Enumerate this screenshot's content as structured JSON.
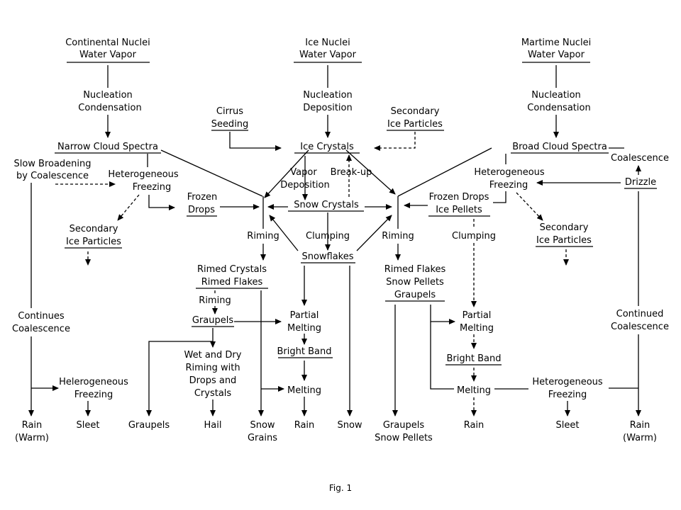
{
  "sources": {
    "continental": [
      "Continental Nuclei",
      "Water Vapor"
    ],
    "ice": [
      "Ice Nuclei",
      "Water Vapor"
    ],
    "maritime": [
      "Martime Nuclei",
      "Water Vapor"
    ]
  },
  "left": {
    "nucleation": [
      "Nucleation",
      "Condensation"
    ],
    "narrow_spectra": "Narrow Cloud Spectra",
    "slow_broadening": [
      "Slow Broadening",
      "by Coalescence"
    ],
    "heterogeneous_freezing": [
      "Heterogeneous",
      "Freezing"
    ],
    "frozen_drops": [
      "Frozen",
      "Drops"
    ],
    "secondary_ice": [
      "Secondary",
      "Ice Particles"
    ],
    "continues_coalescence": [
      "Continues",
      "Coalescence"
    ],
    "helerogeneous_freezing": [
      "Helerogeneous",
      "Freezing"
    ]
  },
  "center": {
    "nucleation": [
      "Nucleation",
      "Deposition"
    ],
    "cirrus_seeding": [
      "Cirrus",
      "Seeding"
    ],
    "secondary_ice": [
      "Secondary",
      "Ice Particles"
    ],
    "ice_crystals": "Ice Crystals",
    "vapor_deposition": [
      "Vapor",
      "Deposition"
    ],
    "break_up": "Break-up",
    "snow_crystals": "Snow Crystals",
    "riming_left": "Riming",
    "clumping": "Clumping",
    "snowflakes": "Snowflakes",
    "rimed_crystals": [
      "Rimed Crystals",
      "Rimed Flakes"
    ],
    "riming_small": "Riming",
    "graupels_mid": "Graupels",
    "partial_melting": [
      "Partial",
      "Melting"
    ],
    "bright_band": "Bright Band",
    "wet_dry": [
      "Wet and Dry",
      "Riming with",
      "Drops and",
      "Crystals"
    ],
    "melting": "Melting",
    "riming_right": "Riming"
  },
  "right": {
    "nucleation": [
      "Nucleation",
      "Condensation"
    ],
    "broad_spectra": "Broad Cloud Spectra",
    "coalescence": "Coalescence",
    "heterogeneous_freezing": [
      "Heterogeneous",
      "Freezing"
    ],
    "drizzle": "Drizzle",
    "frozen_drops": [
      "Frozen Drops",
      "Ice Pellets"
    ],
    "clumping": "Clumping",
    "secondary_ice": [
      "Secondary",
      "Ice Particles"
    ],
    "rimed_flakes": [
      "Rimed Flakes",
      "Snow Pellets",
      "Graupels"
    ],
    "partial_melting": [
      "Partial",
      "Melting"
    ],
    "bright_band": "Bright Band",
    "melting": "Melting",
    "heterogeneous_freezing_low": [
      "Heterogeneous",
      "Freezing"
    ],
    "continued_coalescence": [
      "Continued",
      "Coalescence"
    ]
  },
  "outputs": {
    "rain_warm_left": [
      "Rain",
      "(Warm)"
    ],
    "sleet_left": "Sleet",
    "graupels": "Graupels",
    "hail": "Hail",
    "snow_grains": [
      "Snow",
      "Grains"
    ],
    "rain_center": "Rain",
    "snow": "Snow",
    "graupels_snow_pellets": [
      "Graupels",
      "Snow Pellets"
    ],
    "rain_right": "Rain",
    "sleet_right": "Sleet",
    "rain_warm_right": [
      "Rain",
      "(Warm)"
    ]
  },
  "caption": "Fig. 1"
}
